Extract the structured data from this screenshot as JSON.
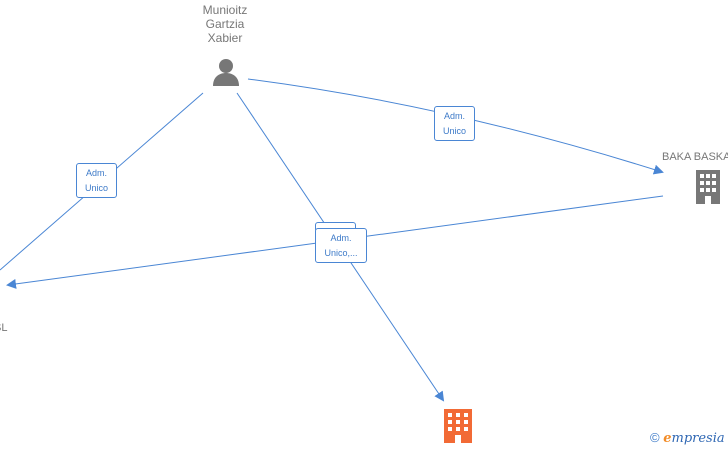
{
  "nodes": {
    "person": {
      "name_lines": [
        "Munioitz",
        "Gartzia",
        "Xabier"
      ]
    },
    "baka": {
      "name": "BAKA BASKA"
    },
    "left_company": {
      "name": "SL"
    }
  },
  "edges": {
    "person_to_left": {
      "label_lines": [
        "Adm.",
        "Unico"
      ]
    },
    "person_to_baka": {
      "label_lines": [
        "Adm.",
        "Unico"
      ]
    },
    "center": {
      "label_lines": [
        "Adm.",
        "Unico,..."
      ]
    }
  },
  "watermark": {
    "symbol": "©",
    "brand_first": "e",
    "brand_rest": "mpresia"
  },
  "colors": {
    "edge": "#4a86d4",
    "node_gray": "#777777",
    "highlight_company": "#f26a35"
  },
  "icons": {
    "person": "person-icon",
    "company": "building-icon"
  }
}
